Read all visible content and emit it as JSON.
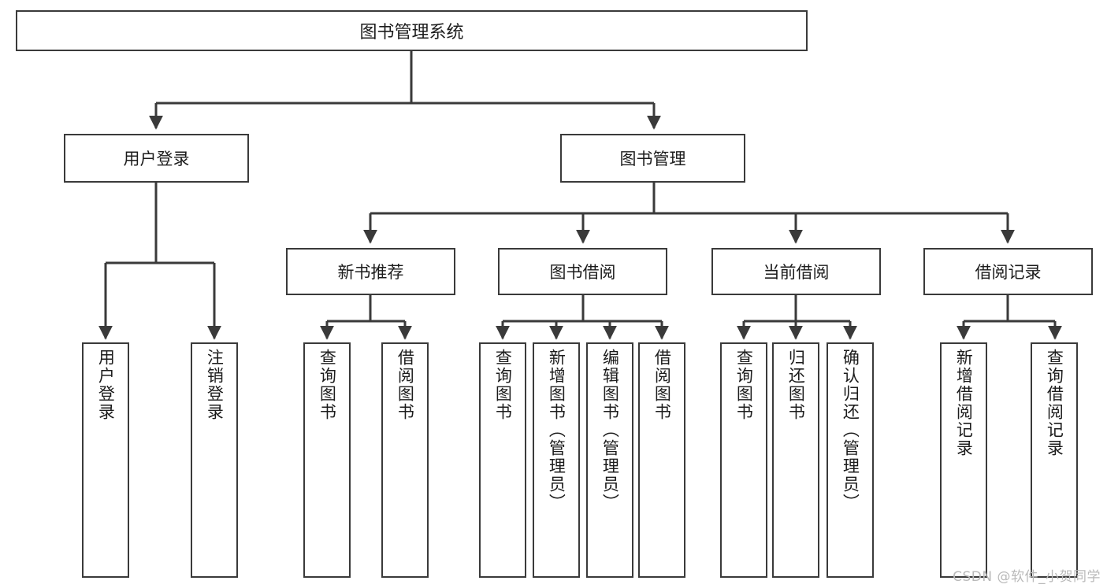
{
  "diagram": {
    "type": "tree",
    "title": "图书管理系统",
    "root": {
      "label": "图书管理系统"
    },
    "level1": [
      {
        "id": "user-login",
        "label": "用户登录"
      },
      {
        "id": "book-management",
        "label": "图书管理"
      }
    ],
    "level2": [
      {
        "id": "new-book-recommend",
        "label": "新书推荐",
        "parent": "book-management"
      },
      {
        "id": "book-borrow",
        "label": "图书借阅",
        "parent": "book-management"
      },
      {
        "id": "current-borrow",
        "label": "当前借阅",
        "parent": "book-management"
      },
      {
        "id": "borrow-record",
        "label": "借阅记录",
        "parent": "book-management"
      }
    ],
    "leaves": [
      {
        "id": "leaf-user-login",
        "label": "用户登录",
        "parent": "user-login"
      },
      {
        "id": "leaf-logout-login",
        "label": "注销登录",
        "parent": "user-login"
      },
      {
        "id": "leaf-query-book-1",
        "label": "查询图书",
        "parent": "new-book-recommend"
      },
      {
        "id": "leaf-borrow-book-1",
        "label": "借阅图书",
        "parent": "new-book-recommend"
      },
      {
        "id": "leaf-query-book-2",
        "label": "查询图书",
        "parent": "book-borrow"
      },
      {
        "id": "leaf-add-book",
        "label": "新增图书（管理员）",
        "parent": "book-borrow"
      },
      {
        "id": "leaf-edit-book",
        "label": "编辑图书（管理员）",
        "parent": "book-borrow"
      },
      {
        "id": "leaf-borrow-book-2",
        "label": "借阅图书",
        "parent": "book-borrow"
      },
      {
        "id": "leaf-query-book-3",
        "label": "查询图书",
        "parent": "current-borrow"
      },
      {
        "id": "leaf-return-book",
        "label": "归还图书",
        "parent": "current-borrow"
      },
      {
        "id": "leaf-confirm-return",
        "label": "确认归还（管理员）",
        "parent": "current-borrow"
      },
      {
        "id": "leaf-add-record",
        "label": "新增借阅记录",
        "parent": "borrow-record"
      },
      {
        "id": "leaf-query-record",
        "label": "查询借阅记录",
        "parent": "borrow-record"
      }
    ]
  },
  "watermark": {
    "text": "CSDN @软件_小贺同学"
  },
  "colors": {
    "box_border": "#3a3a3a",
    "box_fill": "#ffffff",
    "edge": "#3a3a3a",
    "text": "#1c1c1c",
    "watermark": "#b9b9b9"
  }
}
